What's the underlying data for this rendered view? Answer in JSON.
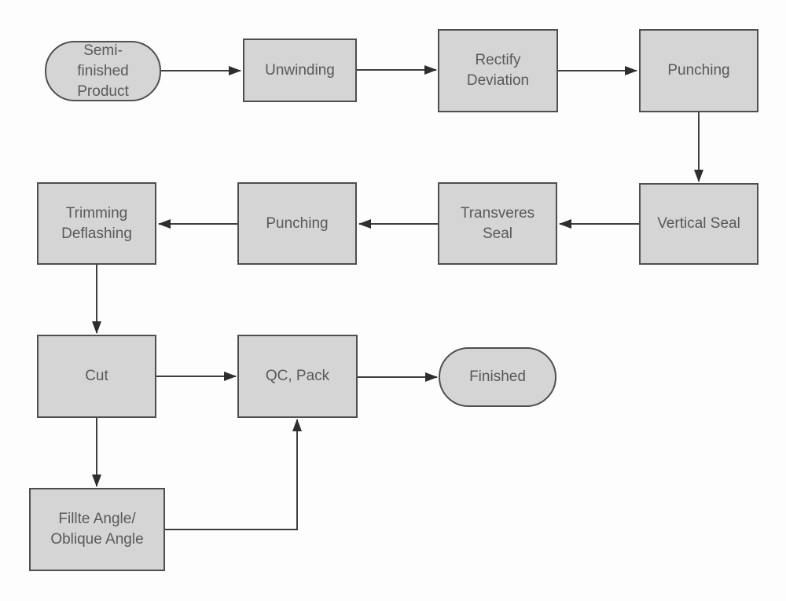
{
  "diagram": {
    "type": "flowchart",
    "colors": {
      "node_fill": "#d5d5d5",
      "node_border": "#4f4f4f",
      "text": "#595959",
      "arrow_line": "#3f3f3f",
      "arrow_head": "#2e2e2e",
      "background": "#fdfdfd"
    },
    "nodes": [
      {
        "id": "semi-finished-product",
        "shape": "stadium",
        "label": "Semi-\nfinished\nProduct"
      },
      {
        "id": "unwinding",
        "shape": "rect",
        "label": "Unwinding"
      },
      {
        "id": "rectify-deviation",
        "shape": "rect",
        "label": "Rectify\nDeviation"
      },
      {
        "id": "punching-1",
        "shape": "rect",
        "label": "Punching"
      },
      {
        "id": "vertical-seal",
        "shape": "rect",
        "label": "Vertical Seal"
      },
      {
        "id": "transveres-seal",
        "shape": "rect",
        "label": "Transveres\nSeal"
      },
      {
        "id": "punching-2",
        "shape": "rect",
        "label": "Punching"
      },
      {
        "id": "trimming-deflashing",
        "shape": "rect",
        "label": "Trimming\nDeflashing"
      },
      {
        "id": "cut",
        "shape": "rect",
        "label": "Cut"
      },
      {
        "id": "qc-pack",
        "shape": "rect",
        "label": "QC, Pack"
      },
      {
        "id": "finished",
        "shape": "stadium",
        "label": "Finished"
      },
      {
        "id": "fillte-oblique-angle",
        "shape": "rect",
        "label": "Fillte Angle/\nOblique Angle"
      }
    ],
    "edges": [
      {
        "from": "semi-finished-product",
        "to": "unwinding"
      },
      {
        "from": "unwinding",
        "to": "rectify-deviation"
      },
      {
        "from": "rectify-deviation",
        "to": "punching-1"
      },
      {
        "from": "punching-1",
        "to": "vertical-seal"
      },
      {
        "from": "vertical-seal",
        "to": "transveres-seal"
      },
      {
        "from": "transveres-seal",
        "to": "punching-2"
      },
      {
        "from": "punching-2",
        "to": "trimming-deflashing"
      },
      {
        "from": "trimming-deflashing",
        "to": "cut"
      },
      {
        "from": "cut",
        "to": "qc-pack"
      },
      {
        "from": "qc-pack",
        "to": "finished"
      },
      {
        "from": "cut",
        "to": "fillte-oblique-angle"
      },
      {
        "from": "fillte-oblique-angle",
        "to": "qc-pack"
      }
    ]
  }
}
